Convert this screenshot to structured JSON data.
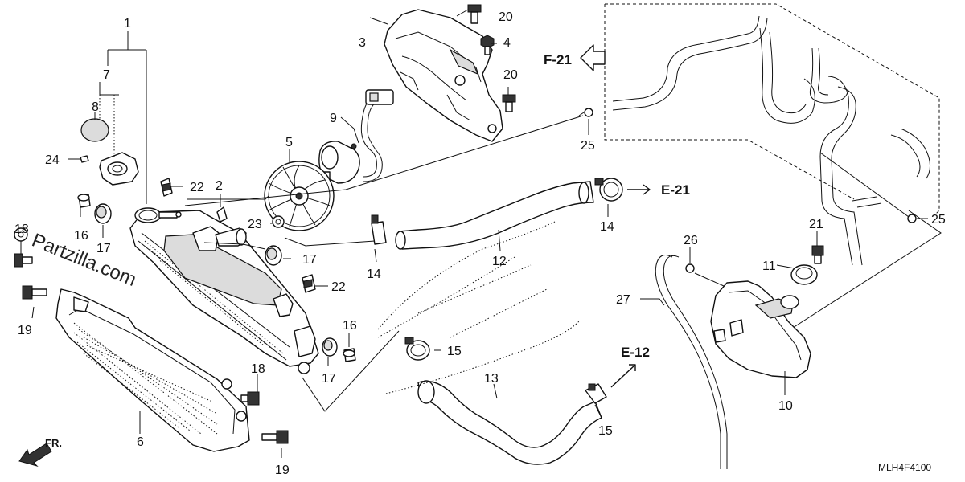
{
  "watermark": "Partzilla.com",
  "diagram_code": "MLH4F4100",
  "front_label": "FR.",
  "references": {
    "f21": "F-21",
    "e21": "E-21",
    "e12": "E-12"
  },
  "callouts": {
    "c1": "1",
    "c2": "2",
    "c3": "3",
    "c4": "4",
    "c5": "5",
    "c6": "6",
    "c7": "7",
    "c8": "8",
    "c9": "9",
    "c10": "10",
    "c11": "11",
    "c12": "12",
    "c13": "13",
    "c14a": "14",
    "c14b": "14",
    "c15a": "15",
    "c15b": "15",
    "c16a": "16",
    "c16b": "16",
    "c17a": "17",
    "c17b": "17",
    "c17c": "17",
    "c18a": "18",
    "c18b": "18",
    "c19a": "19",
    "c19b": "19",
    "c20a": "20",
    "c20b": "20",
    "c21": "21",
    "c22a": "22",
    "c22b": "22",
    "c23": "23",
    "c24": "24",
    "c25a": "25",
    "c25b": "25",
    "c26": "26",
    "c27": "27"
  }
}
